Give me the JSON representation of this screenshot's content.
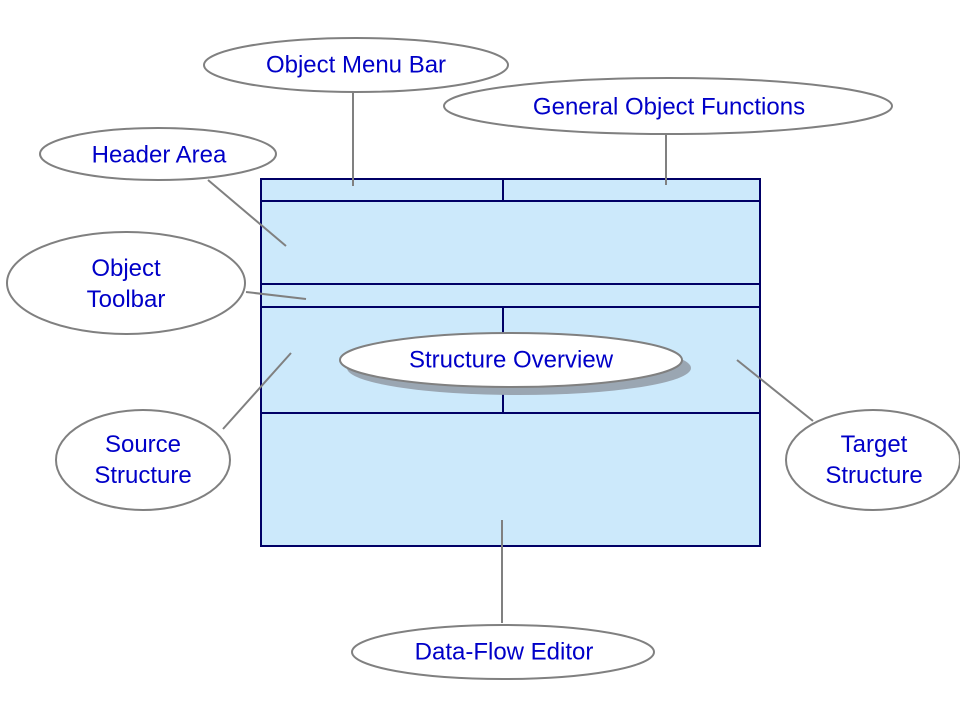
{
  "diagram": {
    "title": "",
    "colors": {
      "panel_fill": "#cce9fb",
      "panel_stroke": "#000066",
      "callout_stroke": "#808080",
      "callout_fill": "#ffffff",
      "label_text": "#0000c8",
      "shadow": "#9aa6b2"
    },
    "regions": [
      {
        "id": "object-menu-bar",
        "name": "Object Menu Bar"
      },
      {
        "id": "general-object-functions",
        "name": "General Object Functions"
      },
      {
        "id": "header-area",
        "name": "Header Area"
      },
      {
        "id": "object-toolbar",
        "name": "Object Toolbar"
      },
      {
        "id": "source-structure",
        "name": "Source Structure"
      },
      {
        "id": "structure-overview",
        "name": "Structure Overview"
      },
      {
        "id": "target-structure",
        "name": "Target Structure"
      },
      {
        "id": "data-flow-editor",
        "name": "Data-Flow Editor"
      }
    ],
    "callouts": {
      "object_menu_bar": {
        "line1": "Object Menu Bar",
        "line2": ""
      },
      "general_object_functions": {
        "line1": "General Object Functions",
        "line2": ""
      },
      "header_area": {
        "line1": "Header Area",
        "line2": ""
      },
      "object_toolbar": {
        "line1": "Object",
        "line2": "Toolbar"
      },
      "source_structure": {
        "line1": "Source",
        "line2": "Structure"
      },
      "structure_overview": {
        "line1": "Structure Overview",
        "line2": ""
      },
      "target_structure": {
        "line1": "Target",
        "line2": "Structure"
      },
      "data_flow_editor": {
        "line1": "Data-Flow Editor",
        "line2": ""
      }
    }
  }
}
